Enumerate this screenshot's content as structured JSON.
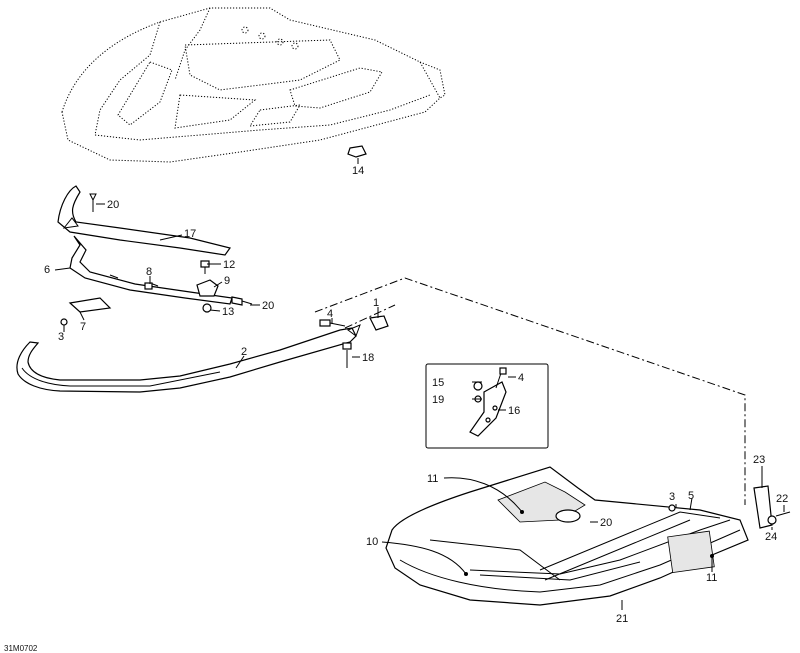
{
  "diagram_code": "31M0702",
  "callouts": [
    "14",
    "20",
    "17",
    "6",
    "8",
    "12",
    "9",
    "20",
    "13",
    "3",
    "7",
    "1",
    "4",
    "2",
    "18",
    "15",
    "4",
    "19",
    "16",
    "11",
    "3",
    "5",
    "20",
    "10",
    "11",
    "21",
    "23",
    "22",
    "24"
  ]
}
